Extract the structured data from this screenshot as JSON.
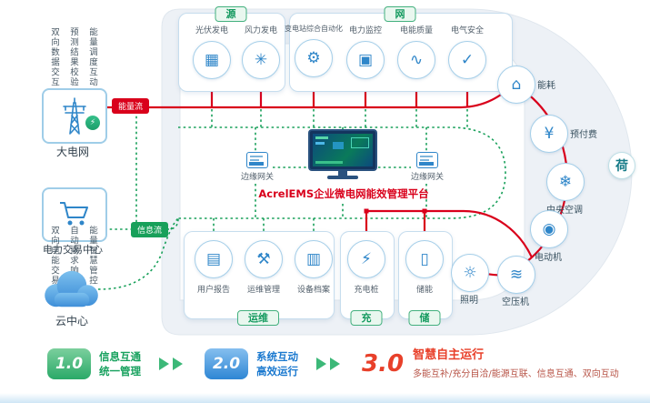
{
  "left": {
    "grid_label": "大电网",
    "trading_label": "电力交易中心",
    "cloud_label": "云中心",
    "top_flows": [
      "双向数据交互",
      "预测结果校验",
      "能量调度互动"
    ],
    "bottom_flows": [
      "双向电能交易",
      "自动需求响应",
      "能量智慧管控"
    ],
    "energy_tag": "能量流",
    "info_tag": "信息流"
  },
  "groups": {
    "source": {
      "tag": "源",
      "items": [
        {
          "label": "光伏发电",
          "glyph": "▦"
        },
        {
          "label": "风力发电",
          "glyph": "✳"
        }
      ]
    },
    "grid": {
      "tag": "网",
      "items": [
        {
          "label": "变电站综合自动化",
          "glyph": "⚙"
        },
        {
          "label": "电力监控",
          "glyph": "▣"
        },
        {
          "label": "电能质量",
          "glyph": "∿"
        },
        {
          "label": "电气安全",
          "glyph": "✓"
        }
      ]
    },
    "om": {
      "tag": "运维",
      "items": [
        {
          "label": "用户报告",
          "glyph": "▤"
        },
        {
          "label": "运维管理",
          "glyph": "⚒"
        },
        {
          "label": "设备档案",
          "glyph": "▥"
        }
      ]
    },
    "charge": {
      "tag": "充",
      "items": [
        {
          "label": "充电桩",
          "glyph": "⚡"
        }
      ]
    },
    "storage": {
      "tag": "储",
      "items": [
        {
          "label": "储能",
          "glyph": "▯"
        }
      ]
    },
    "load": {
      "tag": "荷",
      "items": [
        {
          "label": "能耗",
          "glyph": "⌂"
        },
        {
          "label": "预付费",
          "glyph": "¥"
        },
        {
          "label": "中央空调",
          "glyph": "❄"
        },
        {
          "label": "电动机",
          "glyph": "◉"
        },
        {
          "label": "空压机",
          "glyph": "≋"
        },
        {
          "label": "照明",
          "glyph": "☼"
        }
      ]
    }
  },
  "center": {
    "platform_title": "AcrelEMS企业微电网能效管理平台",
    "gateway_left": "边缘网关",
    "gateway_right": "边缘网关"
  },
  "legend": {
    "stages": [
      {
        "version": "1.0",
        "line1": "信息互通",
        "line2": "统一管理"
      },
      {
        "version": "2.0",
        "line1": "系统互动",
        "line2": "高效运行"
      },
      {
        "version": "3.0",
        "line1": "智慧自主运行",
        "line2": "多能互补/充分自洽/能源互联、信息互通、双向互动"
      }
    ]
  },
  "colors": {
    "energy_flow": "#d9001b",
    "info_flow": "#18a05a",
    "icon_blue": "#2f86c9",
    "stage1_green": "#17a15e",
    "stage2_blue": "#1b79cf",
    "stage3_red": "#e8402a"
  }
}
